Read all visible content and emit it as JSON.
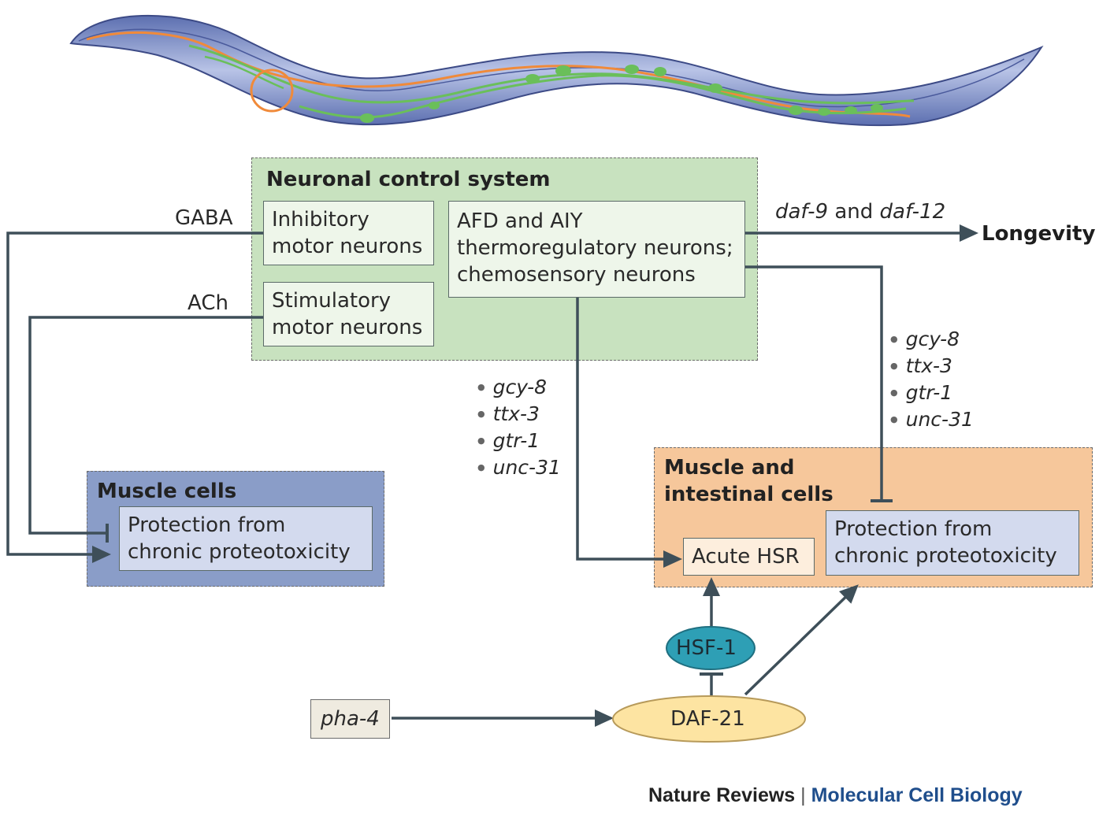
{
  "neuronal_box": {
    "title": "Neuronal control system",
    "inhibitory": [
      "Inhibitory",
      "motor neurons"
    ],
    "stimulatory": [
      "Stimulatory",
      "motor neurons"
    ],
    "afd": [
      "AFD and AIY",
      "thermoregulatory neurons;",
      "chemosensory neurons"
    ]
  },
  "signals": {
    "gaba": "GABA",
    "ach": "ACh",
    "daf_prefix": "daf-9",
    "daf_and": " and ",
    "daf_suffix": "daf-12",
    "longevity": "Longevity"
  },
  "genes_left": [
    "gcy-8",
    "ttx-3",
    "gtr-1",
    "unc-31"
  ],
  "genes_right": [
    "gcy-8",
    "ttx-3",
    "gtr-1",
    "unc-31"
  ],
  "muscle_box": {
    "title": "Muscle cells",
    "inner": [
      "Protection from",
      "chronic proteotoxicity"
    ]
  },
  "muscle_intestinal_box": {
    "title": [
      "Muscle and",
      "intestinal cells"
    ],
    "acute": "Acute HSR",
    "inner": [
      "Protection from",
      "chronic proteotoxicity"
    ]
  },
  "nodes": {
    "hsf1": "HSF-1",
    "daf21": "DAF-21",
    "pha4": "pha-4"
  },
  "footer": {
    "journal": "Nature Reviews",
    "sep": " | ",
    "subject": "Molecular Cell Biology"
  },
  "colors": {
    "neuronal_bg": "#c8e2bf",
    "muscle_bg": "#8a9dc8",
    "mi_bg": "#f6c79b",
    "inner_green": "#eef6ea",
    "inner_blue": "#d3daee",
    "arrow": "#3e4f59",
    "hsf1": "#2e9fb5",
    "daf21": "#fde4a2",
    "subject_blue": "#1f4e8c"
  }
}
